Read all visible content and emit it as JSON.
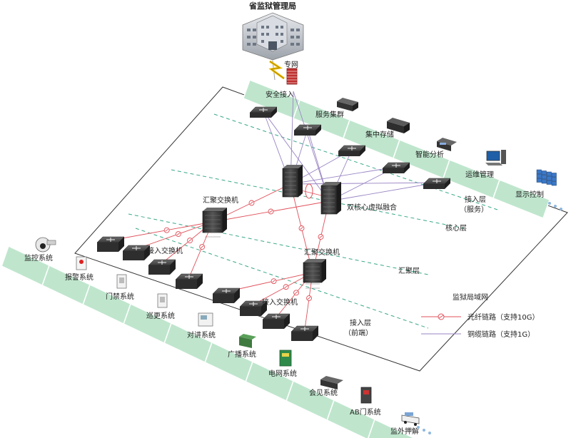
{
  "title": "省监狱管理局",
  "private_net_label": "专网",
  "top_strip": [
    {
      "id": "security",
      "label": "安全接入",
      "icon": "firewall-icon"
    },
    {
      "id": "service",
      "label": "服务集群",
      "icon": "server-icon"
    },
    {
      "id": "storage",
      "label": "集中存储",
      "icon": "storage-icon"
    },
    {
      "id": "analysis",
      "label": "智能分析",
      "icon": "analysis-box-icon"
    },
    {
      "id": "ops",
      "label": "运维管理",
      "icon": "workstation-icon"
    },
    {
      "id": "display",
      "label": "显示控制",
      "icon": "video-wall-icon"
    }
  ],
  "bottom_strip": [
    {
      "id": "monitor",
      "label": "监控系统",
      "icon": "camera-icon"
    },
    {
      "id": "alarm",
      "label": "报警系统",
      "icon": "alarm-icon"
    },
    {
      "id": "door",
      "label": "门禁系统",
      "icon": "door-access-icon"
    },
    {
      "id": "patrol",
      "label": "巡更系统",
      "icon": "patrol-icon"
    },
    {
      "id": "intercom",
      "label": "对讲系统",
      "icon": "intercom-icon"
    },
    {
      "id": "broadcast",
      "label": "广播系统",
      "icon": "broadcast-icon"
    },
    {
      "id": "grid",
      "label": "电网系统",
      "icon": "power-grid-icon"
    },
    {
      "id": "visit",
      "label": "会见系统",
      "icon": "visit-icon"
    },
    {
      "id": "abdoor",
      "label": "AB门系统",
      "icon": "ab-door-icon"
    },
    {
      "id": "escort",
      "label": "监外押解",
      "icon": "escort-vehicle-icon"
    }
  ],
  "labels": {
    "core": "双核心虚拟融合",
    "agg_1": "汇聚交换机",
    "agg_2": "汇聚交换机",
    "access_1": "接入交换机",
    "access_2": "接入交换机",
    "layer_access_service_1": "接入层",
    "layer_access_service_2": "（服务）",
    "layer_core": "核心层",
    "layer_agg": "汇聚层",
    "layer_access_front_1": "接入层",
    "layer_access_front_2": "（前端）"
  },
  "legend": {
    "title": "监狱局域网",
    "items": [
      {
        "label": "光纤链路（支持10G）",
        "color": "#e0505a"
      },
      {
        "label": "铜缆链路（支持1G）",
        "color": "#9a86c4"
      }
    ]
  },
  "colors": {
    "strip": "#bfe6cd",
    "fiber": "#e0505a",
    "copper": "#9a86c4",
    "layer_line": "#3aa88a",
    "border": "#333333",
    "device": "#3b3b3b"
  }
}
